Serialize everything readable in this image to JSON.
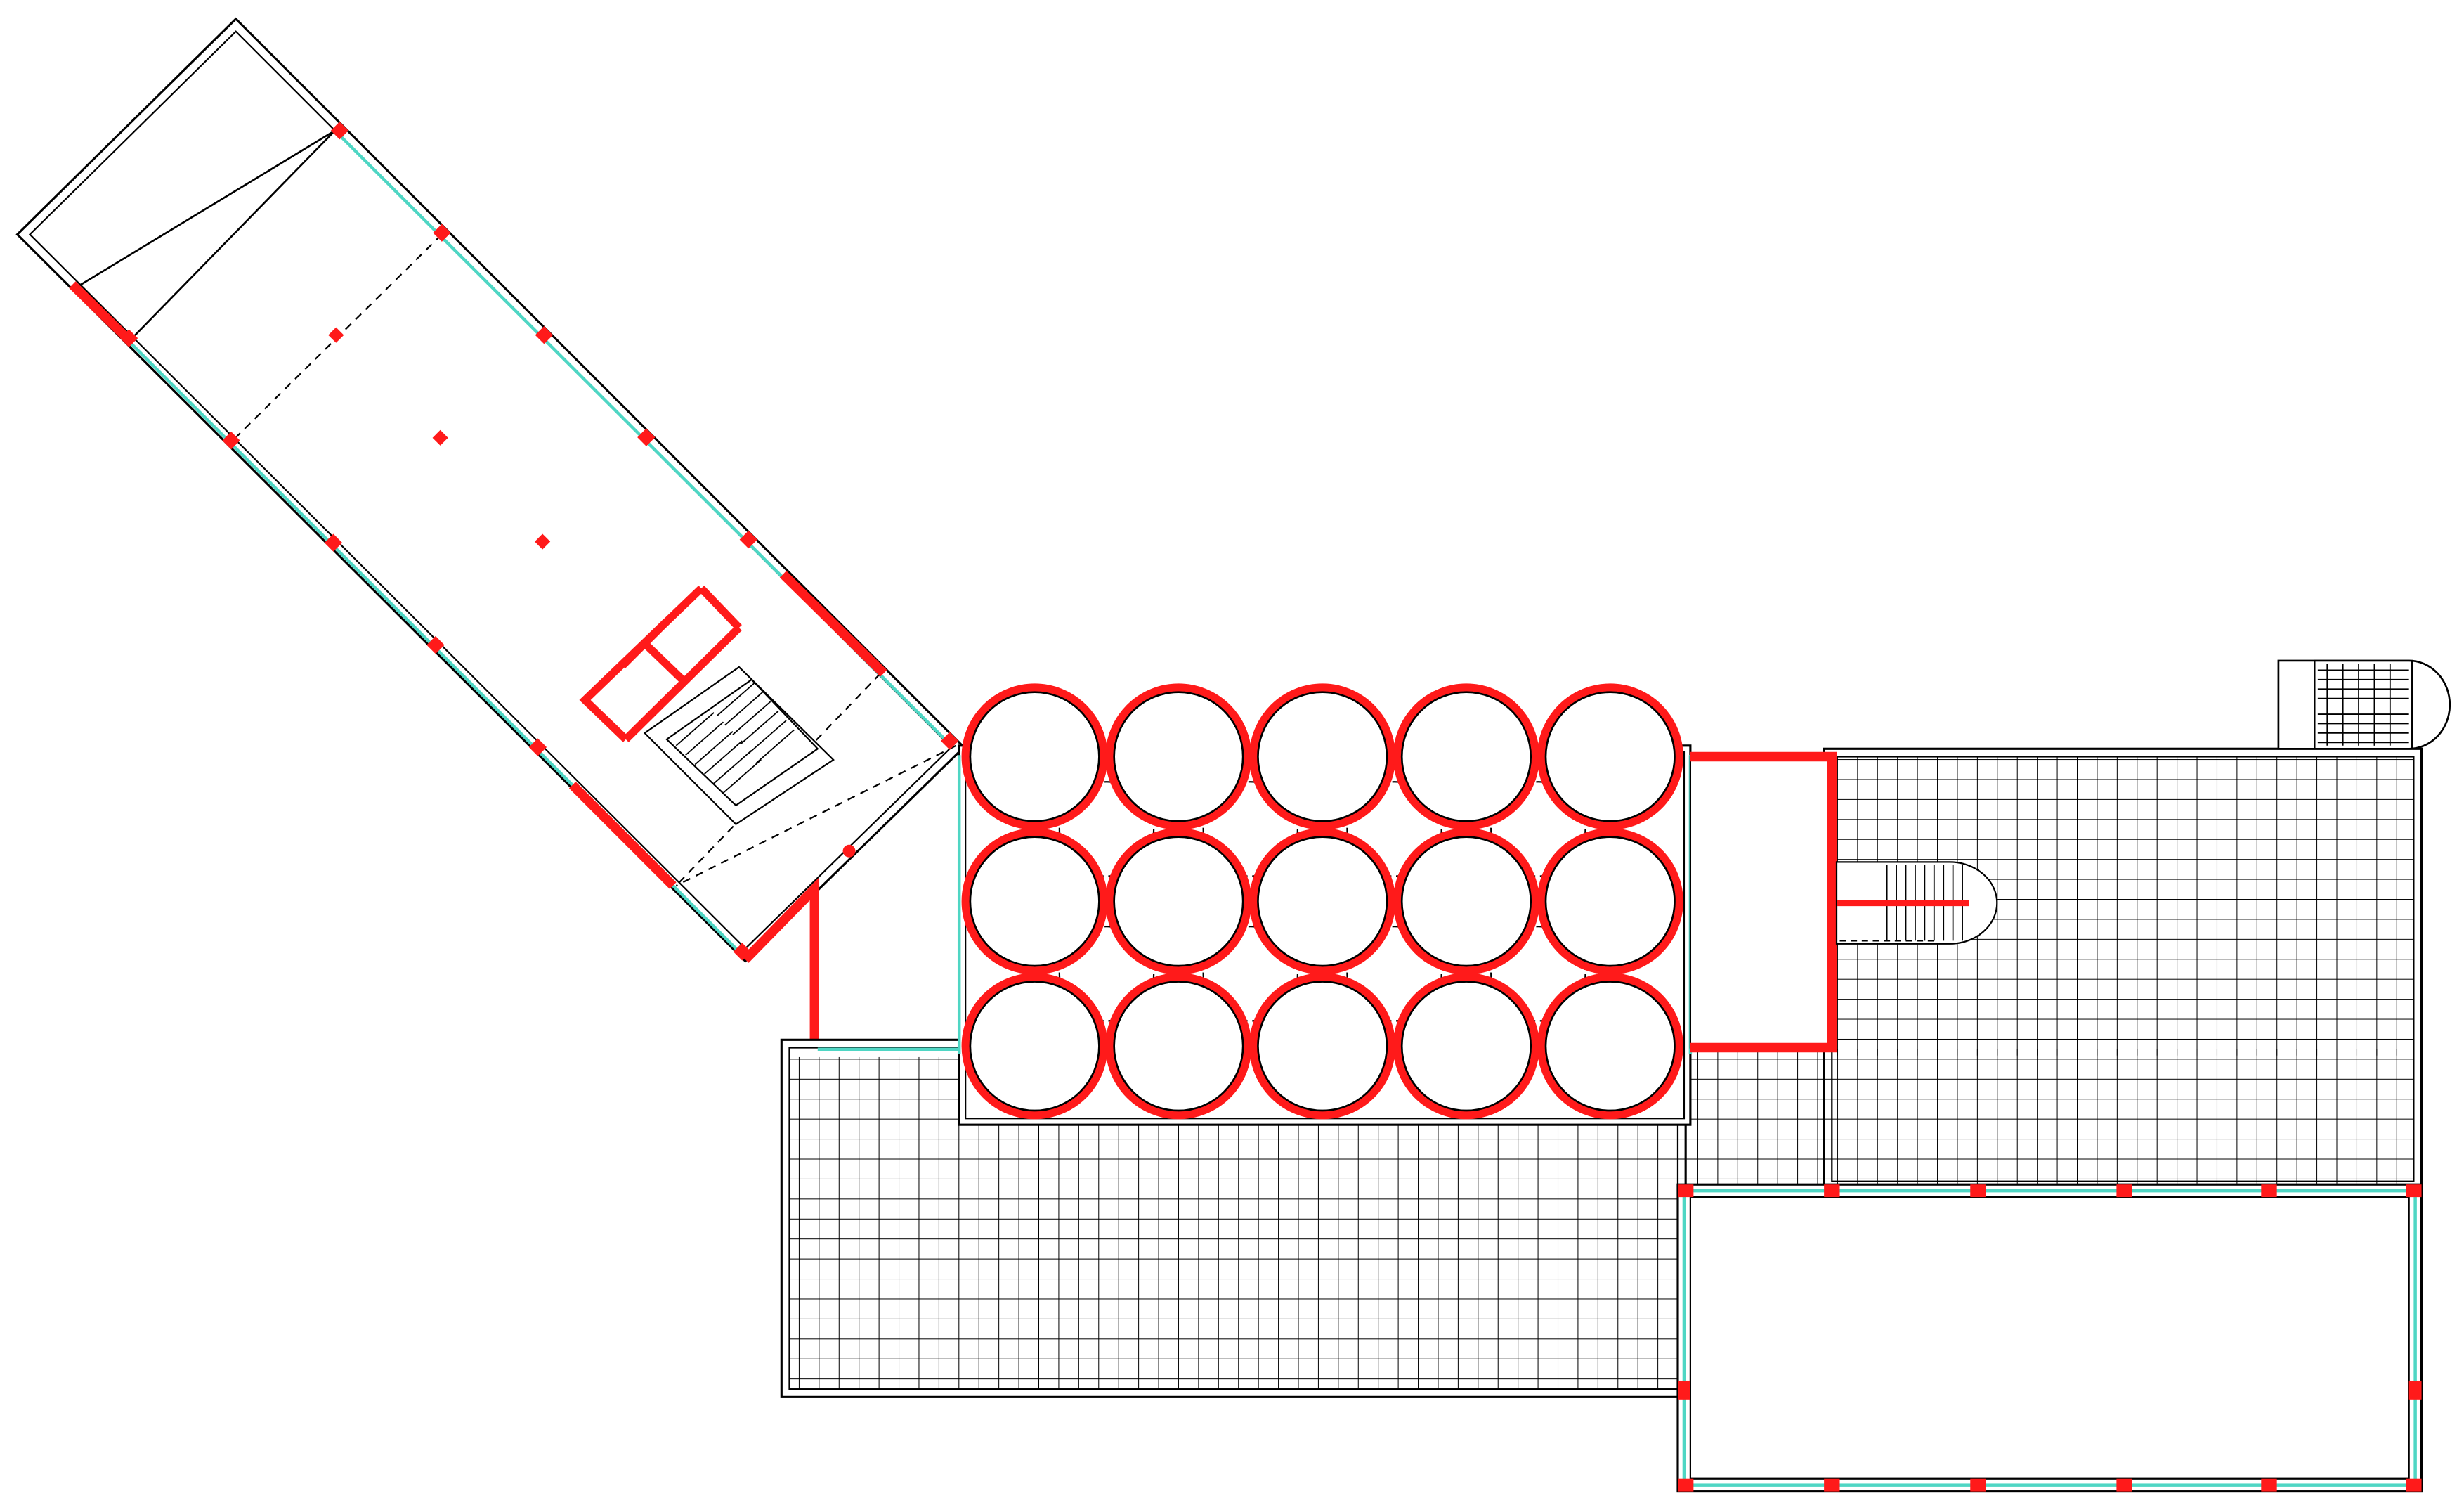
{
  "drawing": {
    "kind": "architectural floor plan",
    "has_text": false
  },
  "elements": {
    "silo_rows": 3,
    "silo_columns": 5,
    "silo_count": 15,
    "diagonal_wing_columns": 3
  },
  "colors": {
    "structure": "#ff1a1a",
    "outline": "#000000",
    "glazing": "#4fd6c4",
    "background": "#ffffff"
  }
}
